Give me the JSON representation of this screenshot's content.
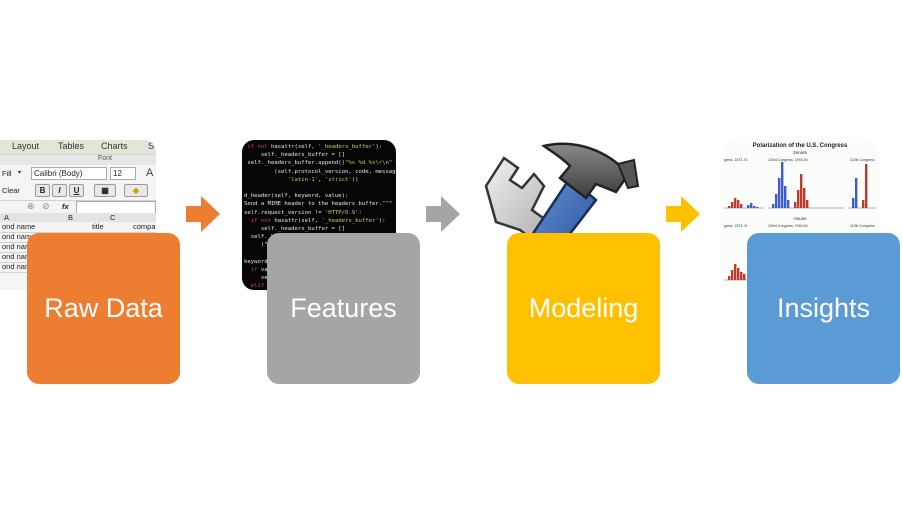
{
  "stages": [
    {
      "label": "Raw Data",
      "color": "#ed7d31"
    },
    {
      "label": "Features",
      "color": "#a5a5a5"
    },
    {
      "label": "Modeling",
      "color": "#ffc000"
    },
    {
      "label": "Insights",
      "color": "#5b9bd5"
    }
  ],
  "arrows": [
    {
      "color": "#ed7d31"
    },
    {
      "color": "#a5a5a5"
    },
    {
      "color": "#ffc000"
    }
  ],
  "excel": {
    "tabs": [
      "Layout",
      "Tables",
      "Charts",
      "S"
    ],
    "font_group": "Font",
    "fill_label": "Fill",
    "font_name": "Calibri (Body)",
    "font_size": "12",
    "clear_label": "Clear",
    "bold": "B",
    "italic": "I",
    "underline": "U",
    "fx": "fx",
    "col_a": "A",
    "col_b": "B",
    "col_c": "C",
    "rows": [
      {
        "a": "ond name",
        "c": "title",
        "d": "compa"
      },
      {
        "a": "ond name",
        "c": "",
        "d": ""
      },
      {
        "a": "ond nar",
        "c": "",
        "d": ""
      },
      {
        "a": "ond nar",
        "c": "",
        "d": ""
      },
      {
        "a": "ond nar",
        "c": "",
        "d": ""
      }
    ]
  },
  "code_lines": [
    " if not hasattr(self, '_headers_buffer'):",
    "     self._headers_buffer = []",
    " self._headers_buffer.append((\"%s %d %s\\r\\n\" %",
    "         (self.protocol_version, code, message)).",
    "             'latin-1', 'strict'))",
    "",
    "d_header(self, keyword, value):",
    "Send a MIME header to the headers buffer.\"\"\"",
    "self.request_version != 'HTTP/0.9':",
    "  if not hasattr(self, '_headers_buffer'):",
    "     self._headers_buffer = []",
    "  self._headers_buffer.append(",
    "     (\"%",
    "",
    "keyword",
    "  if val",
    "     se",
    "  elif w",
    "     se"
  ],
  "charts": {
    "title": "Polarization of the U.S. Congress",
    "senate": "Senate",
    "house": "House",
    "sub1": "gress, 1873-74",
    "sub2": "103rd Congress, 1993-94",
    "sub3": "113th Congress",
    "sub4": "gress, 1873-74",
    "sub5": "103rd Congress, 1993-94",
    "sub6": "113th Congress"
  }
}
